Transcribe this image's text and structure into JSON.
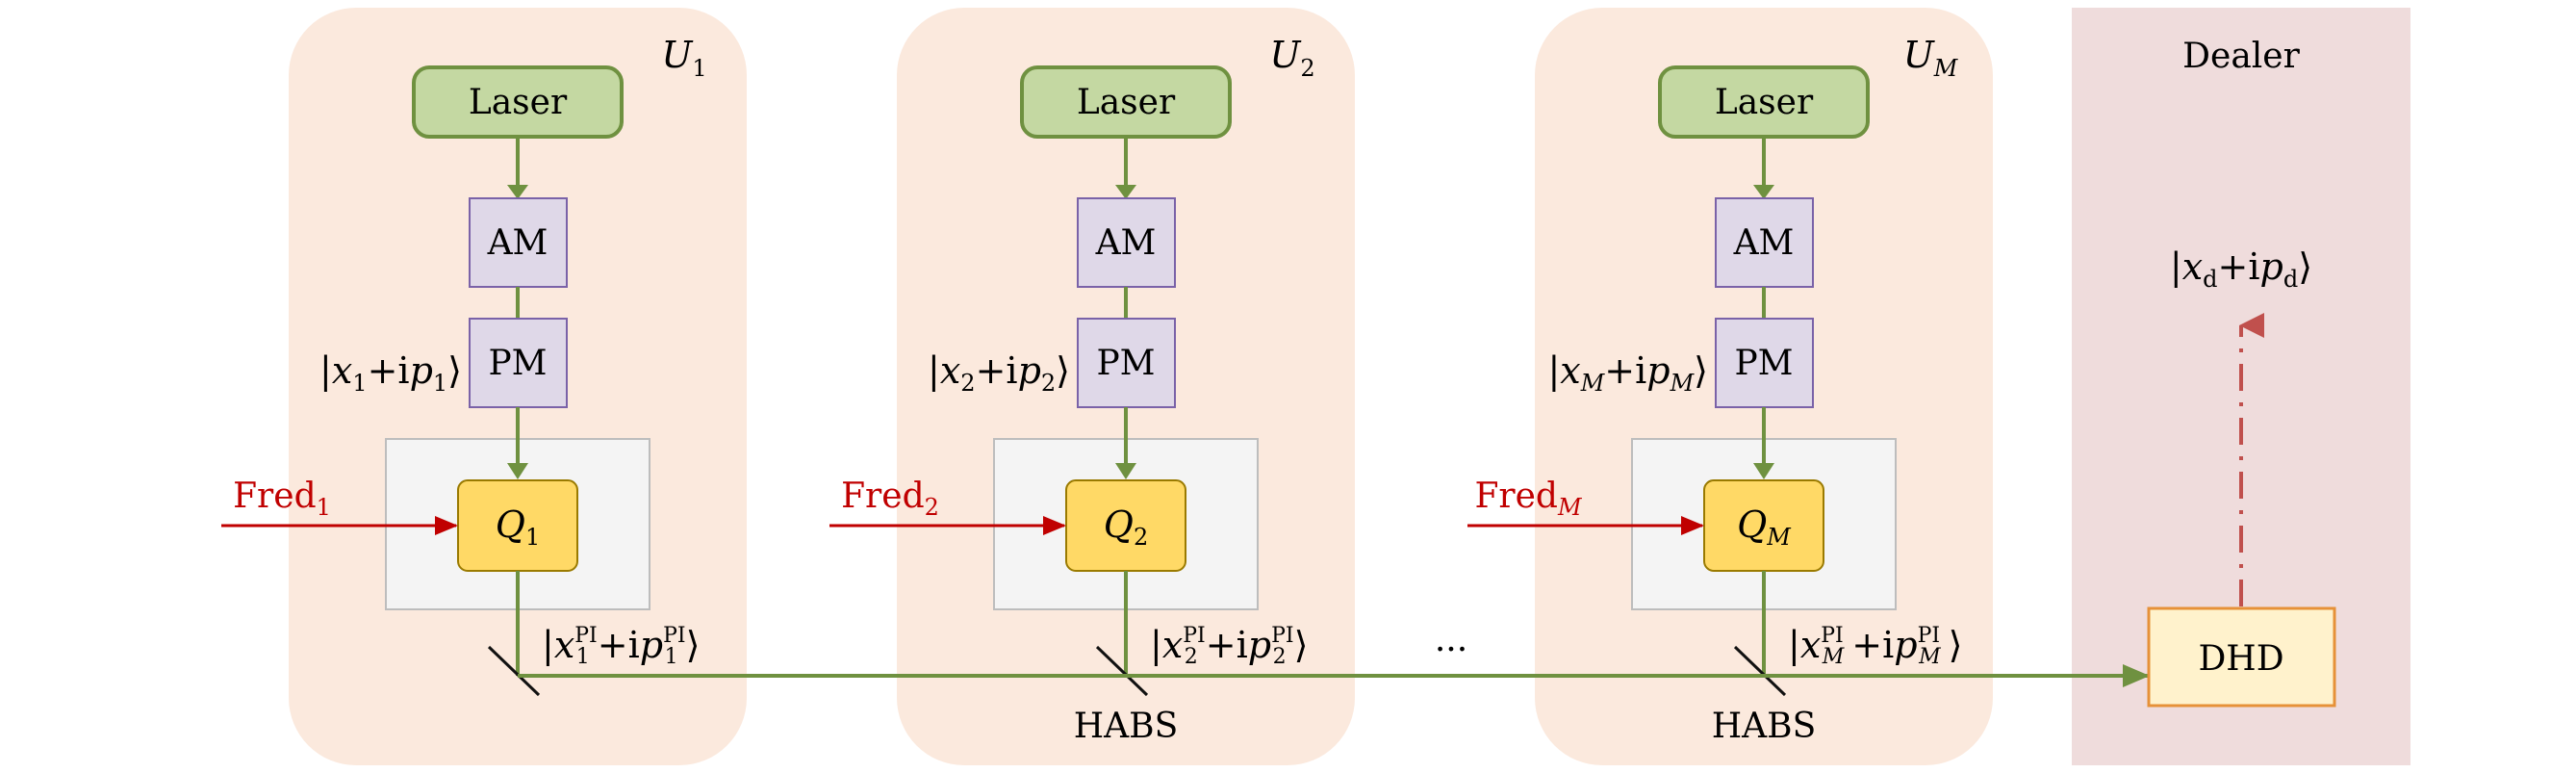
{
  "colors": {
    "user_panel": "#fbe9dd",
    "dealer_panel": "#efdcdc",
    "laser_fill": "#c4d8a2",
    "laser_stroke": "#6f9140",
    "mod_fill": "#dfd8e8",
    "mod_stroke": "#7a62a8",
    "q_fill": "#ffd966",
    "q_stroke": "#9a7a00",
    "inner_box": "#f4f4f4",
    "green_line": "#6f9140",
    "red_line": "#c00000",
    "dhd_fill": "#fff2cc",
    "dhd_stroke": "#e69138",
    "dashdot": "#c0504d"
  },
  "users": [
    {
      "panel_label": "U",
      "panel_label_sub": "1",
      "laser": "Laser",
      "am": "AM",
      "pm": "PM",
      "state": "|x1+ip1⟩",
      "q_label": "Q",
      "q_sub": "1",
      "fred": "Fred",
      "fred_sub": "1",
      "output_state": "|x1PI+ip1PI⟩",
      "habs": ""
    },
    {
      "panel_label": "U",
      "panel_label_sub": "2",
      "laser": "Laser",
      "am": "AM",
      "pm": "PM",
      "state": "|x2+ip2⟩",
      "q_label": "Q",
      "q_sub": "2",
      "fred": "Fred",
      "fred_sub": "2",
      "output_state": "|x2PI+ip2PI⟩",
      "habs": "HABS"
    },
    {
      "panel_label": "U",
      "panel_label_sub": "M",
      "laser": "Laser",
      "am": "AM",
      "pm": "PM",
      "state": "|xM+ipM⟩",
      "q_label": "Q",
      "q_sub": "M",
      "fred": "Fred",
      "fred_sub": "M",
      "output_state": "|xMPI+ipMPI⟩",
      "habs": "HABS"
    }
  ],
  "ellipsis": "...",
  "dealer": {
    "title": "Dealer",
    "detector": "DHD",
    "state": "|xd+ipd⟩"
  }
}
